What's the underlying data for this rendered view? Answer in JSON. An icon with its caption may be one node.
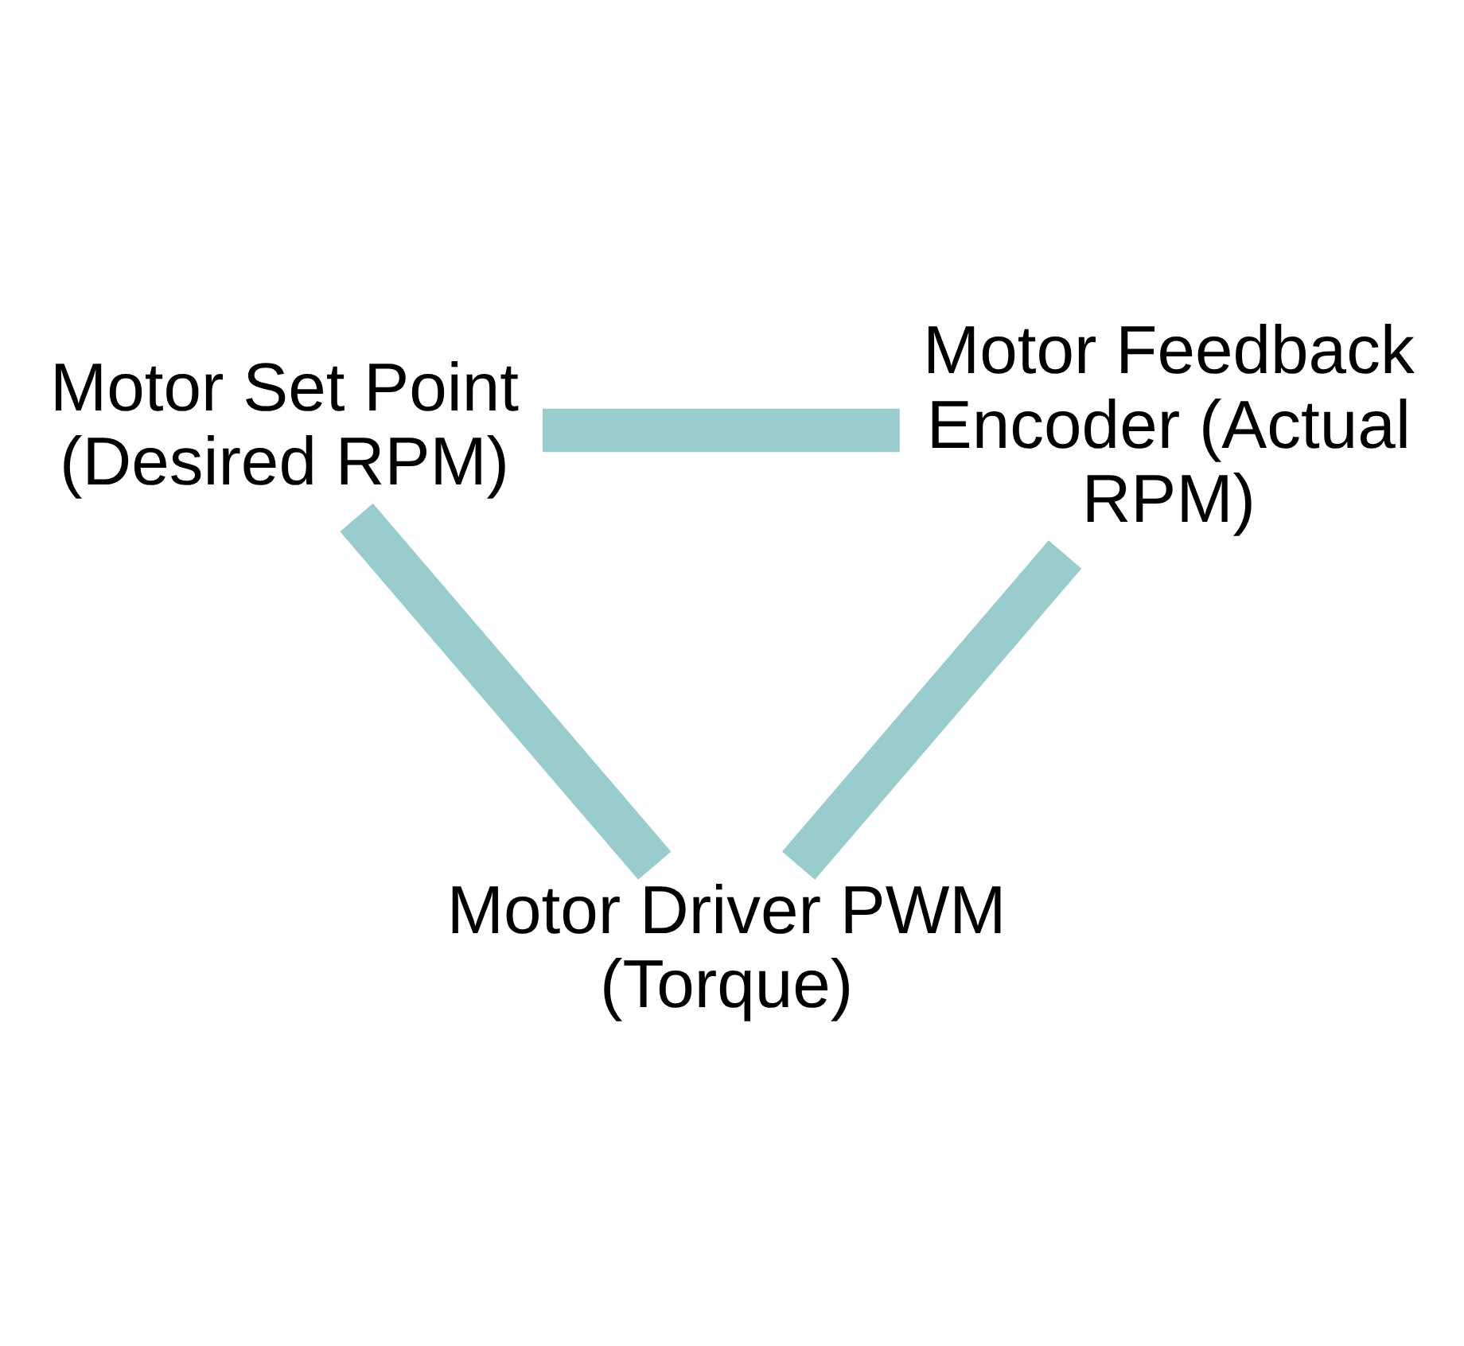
{
  "diagram": {
    "nodes": [
      {
        "text": [
          "Motor Set Point (Desired RPM)"
        ]
      },
      {
        "text": [
          "Motor Feedback Encoder (Actual RPM)"
        ]
      },
      {
        "text": [
          "Motor Driver PWM (Torque)"
        ]
      }
    ],
    "edges": [
      {
        "from": 0,
        "to": 1,
        "arrow": "none",
        "color": "#99cccc"
      },
      {
        "from": 1,
        "to": 2,
        "arrow": "none",
        "color": "#99cccc"
      },
      {
        "from": 2,
        "to": 0,
        "arrow": "none",
        "color": "#99cccc"
      }
    ]
  }
}
